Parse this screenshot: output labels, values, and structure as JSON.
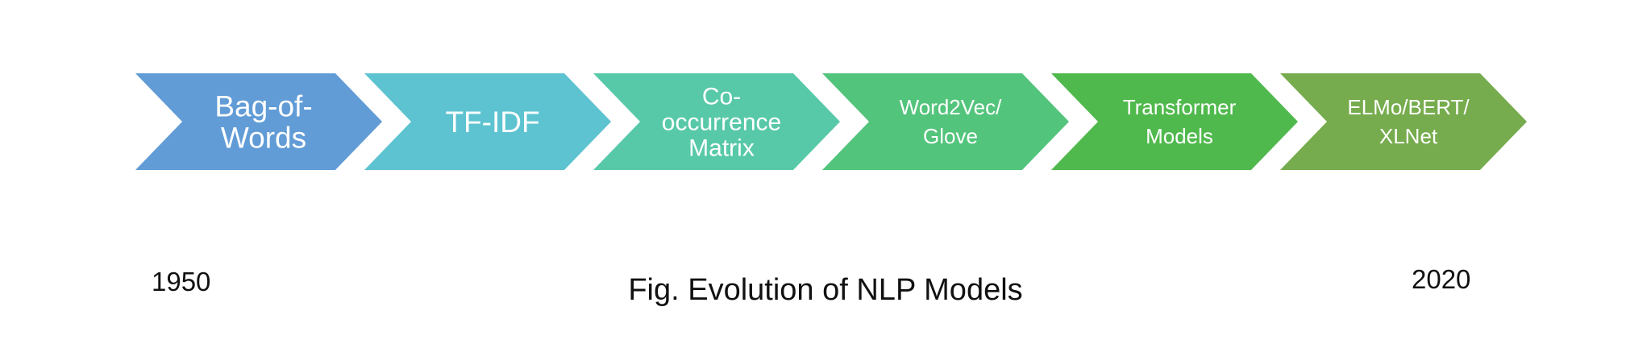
{
  "timeline": {
    "stages": [
      {
        "lines": [
          "Bag-of-",
          "Words"
        ],
        "color": "#619cd6"
      },
      {
        "lines": [
          "TF-IDF"
        ],
        "color": "#5dc3d0"
      },
      {
        "lines": [
          "Co-",
          "occurrence",
          "Matrix"
        ],
        "color": "#58c9a8"
      },
      {
        "lines": [
          "Word2Vec/",
          "Glove"
        ],
        "color": "#53c47c"
      },
      {
        "lines": [
          "Transformer",
          "Models"
        ],
        "color": "#50b94d"
      },
      {
        "lines": [
          "ELMo/BERT/",
          "XLNet"
        ],
        "color": "#76ac4d"
      }
    ],
    "start_year": "1950",
    "end_year": "2020"
  },
  "caption": "Fig. Evolution of NLP Models"
}
